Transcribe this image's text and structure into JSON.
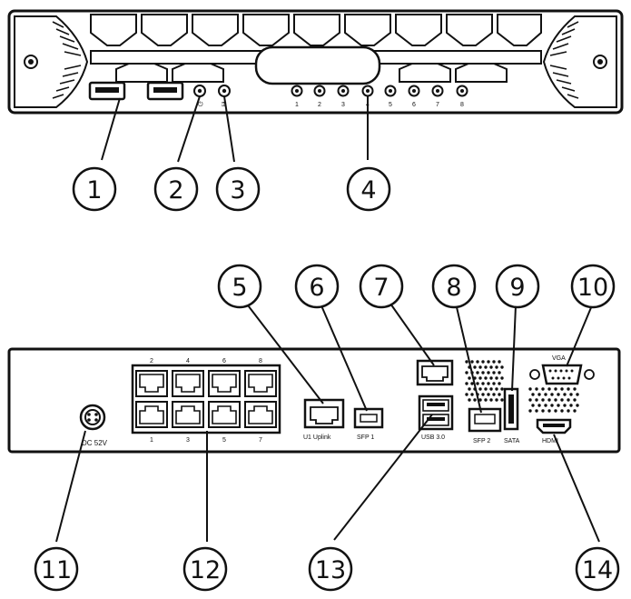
{
  "front_panel": {
    "led_numbers": [
      "1",
      "2",
      "3",
      "4",
      "5",
      "6",
      "7",
      "8"
    ]
  },
  "rear_panel": {
    "port_numbers_top": [
      "2",
      "4",
      "6",
      "8"
    ],
    "port_numbers_bottom": [
      "1",
      "3",
      "5",
      "7"
    ],
    "power_label": "DC 52V",
    "uplink_label": "U1 Uplink",
    "sfp1_label": "SFP 1",
    "usb_label": "USB 3.0",
    "sfp2_label": "SFP 2",
    "sata_label": "SATA",
    "vga_label": "VGA",
    "hdmi_label": "HDMI"
  },
  "callouts": [
    "1",
    "2",
    "3",
    "4",
    "5",
    "6",
    "7",
    "8",
    "9",
    "10",
    "11",
    "12",
    "13",
    "14"
  ]
}
